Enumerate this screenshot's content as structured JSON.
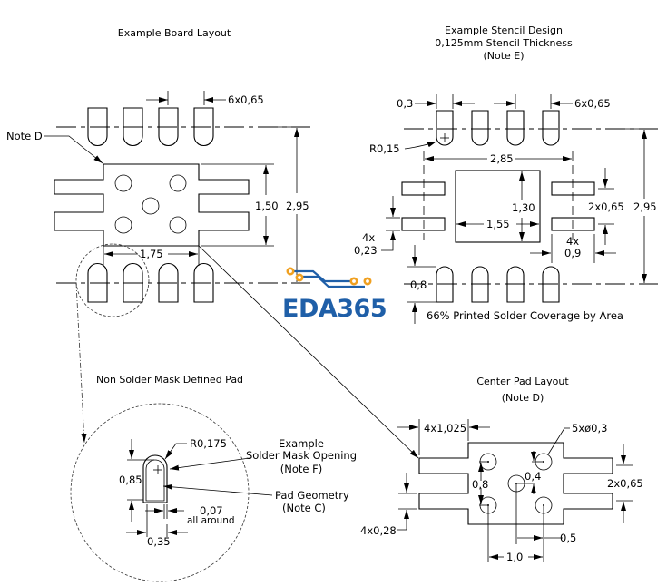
{
  "board_layout": {
    "title": "Example Board Layout",
    "note_d": "Note D",
    "pitch": "6x0,65",
    "center_pad_height": "1,50",
    "row_span": "2,95",
    "center_pad_width": "1,75"
  },
  "stencil_design": {
    "title_line1": "Example Stencil Design",
    "title_line2": "0,125mm Stencil Thickness",
    "title_line3": "(Note E)",
    "pad_width": "0,3",
    "pitch": "6x0,65",
    "radius": "R0,15",
    "outer_width": "2,85",
    "center_height": "1,30",
    "center_width": "1,55",
    "side_pitch": "2x0,65",
    "row_span": "2,95",
    "gap_count": "4x",
    "gap": "0,23",
    "side_pad_count": "4x",
    "side_pad_len": "0,9",
    "pad_length": "0,8",
    "coverage": "66% Printed Solder Coverage by Area"
  },
  "nsmd_pad": {
    "title": "Non Solder Mask Defined Pad",
    "radius": "R0,175",
    "mask_label_line1": "Example",
    "mask_label_line2": "Solder Mask Opening",
    "mask_label_line3": "(Note F)",
    "pad_label_line1": "Pad Geometry",
    "pad_label_line2": "(Note C)",
    "height": "0,85",
    "clearance": "0,07",
    "clearance_suffix": "all around",
    "width": "0,35"
  },
  "center_pad": {
    "title_line1": "Center Pad Layout",
    "title_line2": "(Note D)",
    "tab_length": "4x1,025",
    "via_spec": "5xø0,3",
    "via_vspacing": "0,8",
    "via_offset": "0,4",
    "tab_pitch": "2x0,65",
    "tab_width": "4x0,28",
    "via_half_spacing": "0,5",
    "via_hspacing": "1,0"
  },
  "watermark": {
    "text": "EDA365",
    "brand_color": "#1f5fa8",
    "accent_color": "#f0a020"
  }
}
